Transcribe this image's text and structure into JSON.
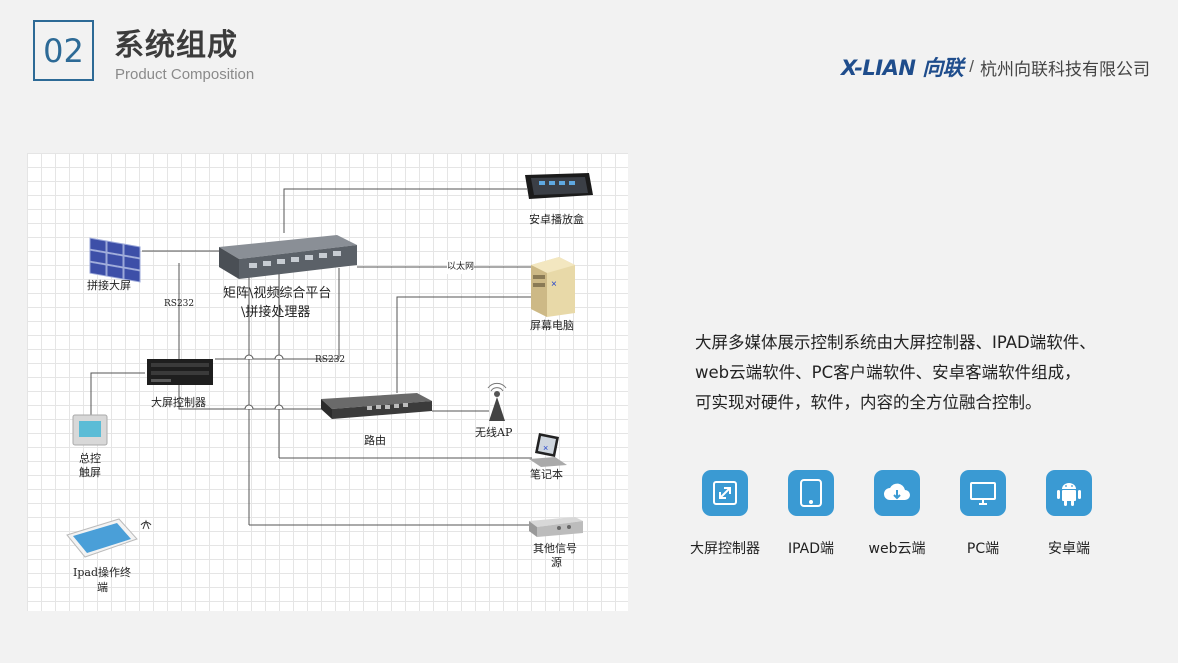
{
  "header": {
    "number": "02",
    "title": "系统组成",
    "subtitle": "Product Composition"
  },
  "brand": {
    "logo": "X-LIAN 向联",
    "separator": "/",
    "company": "杭州向联科技有限公司"
  },
  "diagram": {
    "labels": {
      "splice_screen": "拼接大屏",
      "matrix_line1": "矩阵\\视频综合平台",
      "matrix_line2": "\\拼接处理器",
      "rs232_a": "RS232",
      "rs232_b": "RS232",
      "ethernet": "以太网",
      "android_box": "安卓播放盒",
      "screen_pc": "屏幕电脑",
      "big_controller": "大屏控制器",
      "router": "路由",
      "wireless_ap": "无线AP",
      "laptop": "笔记本",
      "touch_line1": "总控",
      "touch_line2": "触屏",
      "other_line1": "其他信号",
      "other_line2": "源",
      "ipad_line1": "Ipad操作终",
      "ipad_line2": "端"
    }
  },
  "description": {
    "line1": "大屏多媒体展示控制系统由大屏控制器、IPAD端软件、",
    "line2": "web云端软件、PC客户端软件、安卓客端软件组成，",
    "line3": "可实现对硬件，软件，内容的全方位融合控制。"
  },
  "features": [
    {
      "label": "大屏控制器",
      "icon": "expand-arrows-icon"
    },
    {
      "label": "IPAD端",
      "icon": "tablet-icon"
    },
    {
      "label": "web云端",
      "icon": "cloud-download-icon"
    },
    {
      "label": "PC端",
      "icon": "monitor-icon"
    },
    {
      "label": "安卓端",
      "icon": "android-icon"
    }
  ],
  "colors": {
    "accent": "#3a9ad3",
    "brand": "#1f4d8c",
    "frame": "#2d6a96"
  }
}
